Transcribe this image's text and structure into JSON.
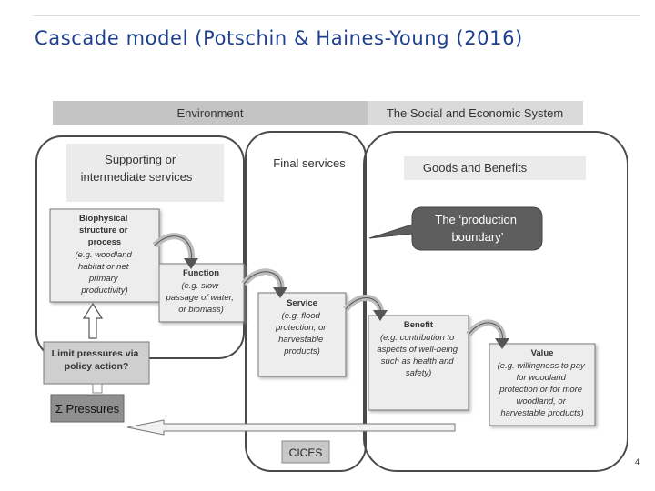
{
  "slide": {
    "title": "Cascade model (Potschin & Haines-Young (2016)",
    "page_number": "4"
  },
  "diagram": {
    "header_environment": "Environment",
    "header_social": "The Social and Economic System",
    "supporting_title": [
      "Supporting or",
      "intermediate services"
    ],
    "final_services_title": "Final services",
    "goods_benefits_title": "Goods and Benefits",
    "production_boundary": [
      "The ‘production",
      "boundary’"
    ],
    "biophysical": {
      "title": [
        "Biophysical",
        "structure or",
        "process"
      ],
      "example": [
        "(e.g. woodland",
        "habitat or net",
        "primary",
        "productivity)"
      ]
    },
    "function": {
      "title": "Function",
      "example": [
        "(e.g. slow",
        "passage of water,",
        "or biomass)"
      ]
    },
    "service": {
      "title": "Service",
      "example": [
        "(e.g. flood",
        "protection, or",
        "harvestable",
        "products)"
      ]
    },
    "benefit": {
      "title": "Benefit",
      "example": [
        "(e.g. contribution to",
        "aspects of well-being",
        "such as health and",
        "safety)"
      ]
    },
    "value": {
      "title": "Value",
      "example": [
        "(e.g. willingness  to pay",
        "for woodland",
        "protection or for more",
        "woodland, or",
        "harvestable products)"
      ]
    },
    "limit_pressures": [
      "Limit pressures via",
      "policy action?"
    ],
    "pressures": "Σ Pressures",
    "cices": "CICES"
  }
}
